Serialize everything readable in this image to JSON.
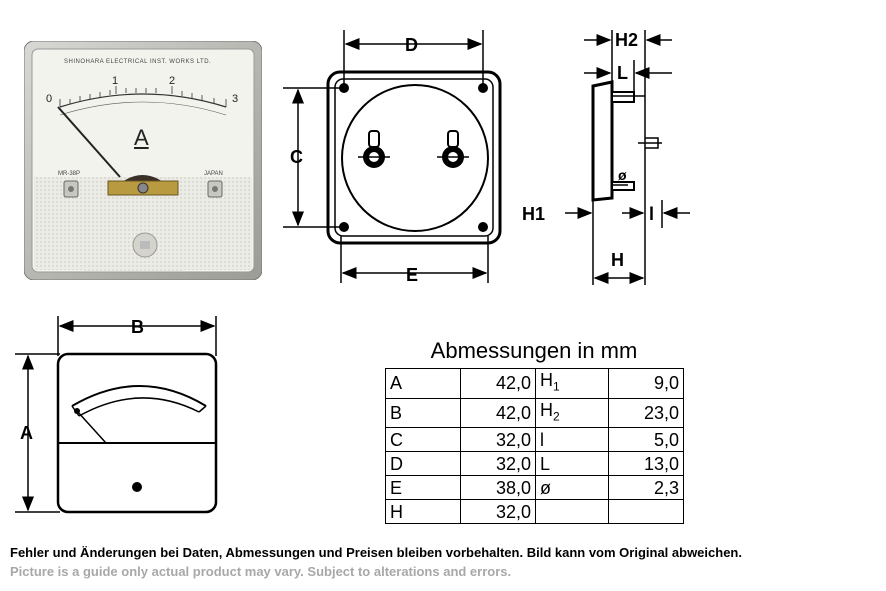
{
  "photo": {
    "maker": "SHINOHARA ELECTRICAL INST. WORKS LTD.",
    "model": "MR-38P",
    "origin": "JAPAN",
    "unit": "A",
    "scale": [
      "0",
      "1",
      "2",
      "3"
    ]
  },
  "dims": {
    "front": {
      "D": "D",
      "C": "C",
      "E": "E"
    },
    "side": {
      "H2": "H2",
      "L": "L",
      "H1": "H1",
      "l": "l",
      "H": "H",
      "phi": "ø"
    },
    "face": {
      "B": "B",
      "A": "A"
    }
  },
  "table": {
    "title": "Abmessungen in mm",
    "rows": [
      {
        "k1": "A",
        "v1": "42,0",
        "k2": "H1",
        "v2": "9,0"
      },
      {
        "k1": "B",
        "v1": "42,0",
        "k2": "H2",
        "v2": "23,0"
      },
      {
        "k1": "C",
        "v1": "32,0",
        "k2": "l",
        "v2": "5,0"
      },
      {
        "k1": "D",
        "v1": "32,0",
        "k2": "L",
        "v2": "13,0"
      },
      {
        "k1": "E",
        "v1": "38,0",
        "k2": "ø",
        "v2": "2,3"
      },
      {
        "k1": "H",
        "v1": "32,0",
        "k2": "",
        "v2": ""
      }
    ]
  },
  "notes": {
    "de": "Fehler und Änderungen bei Daten, Abmessungen und Preisen bleiben vorbehalten. Bild kann vom Original abweichen.",
    "en": "Picture is a guide only actual product may vary. Subject to alterations and errors."
  }
}
